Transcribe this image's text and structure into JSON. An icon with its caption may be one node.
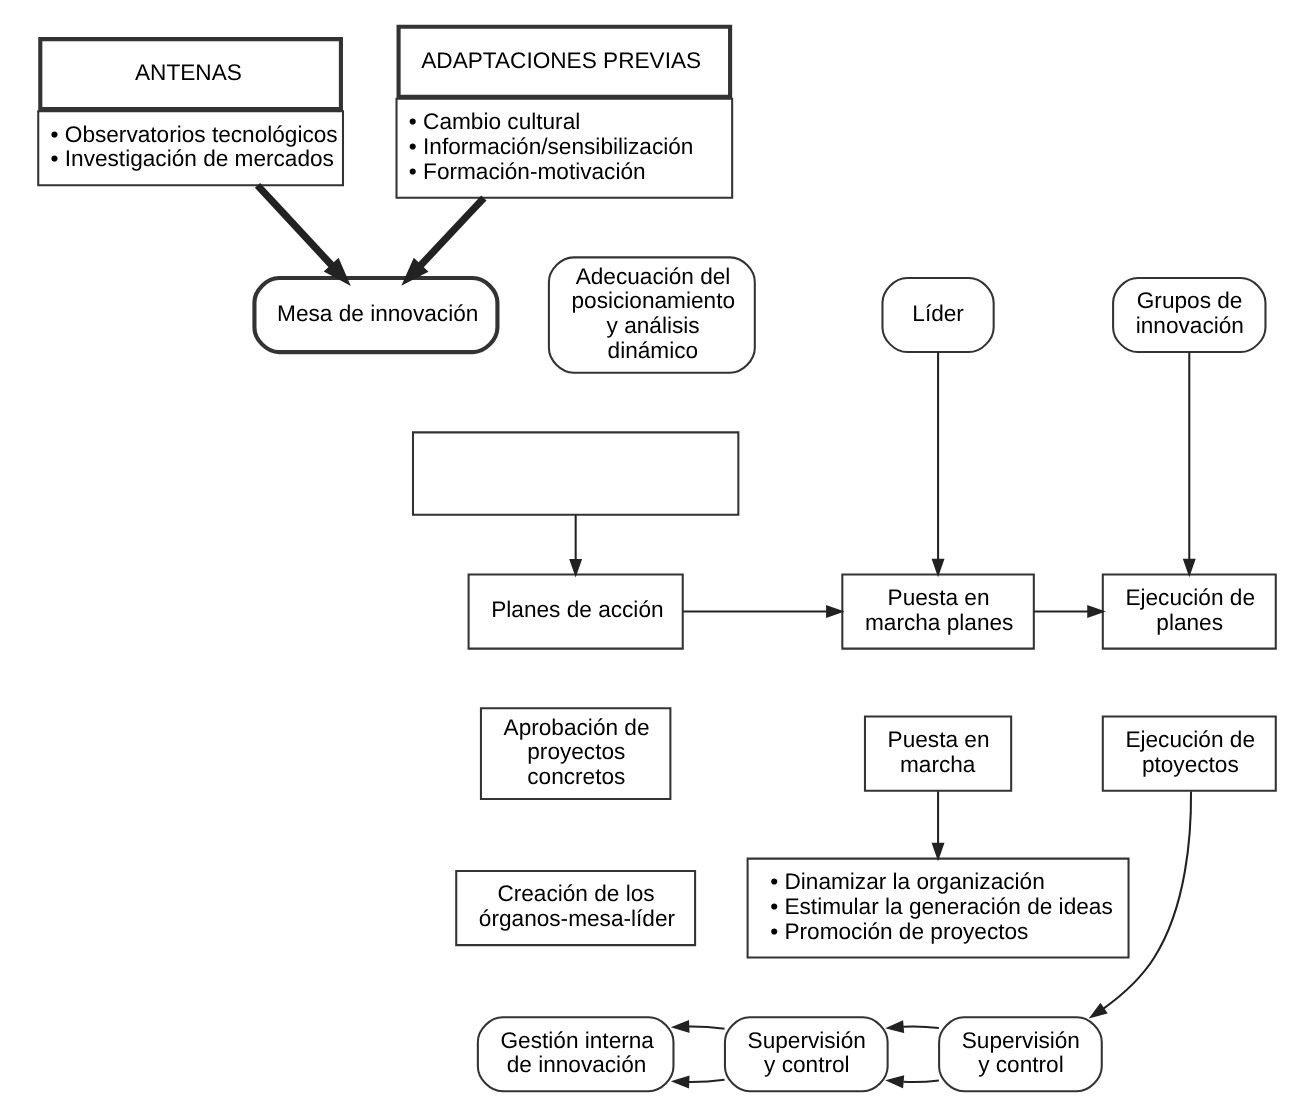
{
  "diagram": {
    "nodes": [
      {
        "text": [
          "ANTENAS",
          "• Observatorios tecnológicos",
          "• Investigación de mercados"
        ]
      },
      {
        "text": [
          "ADAPTACIONES PREVIAS",
          "• Cambio cultural",
          "• Información/sensibilización",
          "• Formación-motivación"
        ]
      },
      {
        "text": [
          "Adecuación del posicionamiento y análisis dinámico"
        ]
      },
      {
        "text": [
          "Mesa de innovación"
        ]
      },
      {
        "text": [],
        "shape": "box"
      },
      {
        "text": [
          "Líder"
        ]
      },
      {
        "text": [
          "Grupos de innovación"
        ]
      },
      {
        "text": [
          "Planes de acción"
        ]
      },
      {
        "text": [
          "Puesta en marcha planes"
        ]
      },
      {
        "text": [
          "Ejecución de planes"
        ]
      },
      {
        "text": [
          "Aprobación de proyectos concretos"
        ]
      },
      {
        "text": [
          "Puesta en marcha"
        ]
      },
      {
        "text": [
          "Ejecución de ptoyectos"
        ]
      },
      {
        "text": [
          "Creación de los órganos-mesa-líder"
        ]
      },
      {
        "text": [
          "• Dinamizar la organización",
          "• Estimular la generación de ideas",
          "• Promoción de proyectos"
        ]
      },
      {
        "text": [
          "Gestión interna de innovación"
        ]
      },
      {
        "text": [
          "Supervisión y control"
        ]
      },
      {
        "text": [
          "Supervisión y control"
        ]
      }
    ],
    "edges": [
      {
        "from": 0,
        "to": 3,
        "arrow": "to",
        "style": "thick"
      },
      {
        "from": 1,
        "to": 3,
        "arrow": "to",
        "style": "thick"
      },
      {
        "from": 4,
        "to": 7,
        "arrow": "to"
      },
      {
        "from": 5,
        "to": 8,
        "arrow": "to"
      },
      {
        "from": 6,
        "to": 9,
        "arrow": "to"
      },
      {
        "from": 7,
        "to": 8,
        "arrow": "to"
      },
      {
        "from": 8,
        "to": 9,
        "arrow": "to"
      },
      {
        "from": 11,
        "to": 14,
        "arrow": "to"
      },
      {
        "from": 12,
        "to": 16,
        "arrow": "to"
      },
      {
        "from": 16,
        "to": 17,
        "arrow": "to"
      },
      {
        "from": 16,
        "to": 17,
        "arrow": "to"
      },
      {
        "from": 17,
        "to": 15,
        "arrow": "to"
      },
      {
        "from": 17,
        "to": 15,
        "arrow": "to"
      }
    ]
  }
}
